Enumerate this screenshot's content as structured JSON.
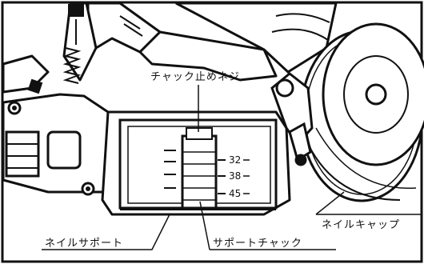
{
  "labels": {
    "chuck_lock_screw": "チャック止めネジ",
    "nail_cap": "ネイルキャップ",
    "nail_support": "ネイルサポート",
    "support_chuck": "サポートチャック"
  },
  "scale_marks": [
    "32",
    "38",
    "45"
  ],
  "colors": {
    "ink": "#111111",
    "paper": "#ffffff"
  }
}
